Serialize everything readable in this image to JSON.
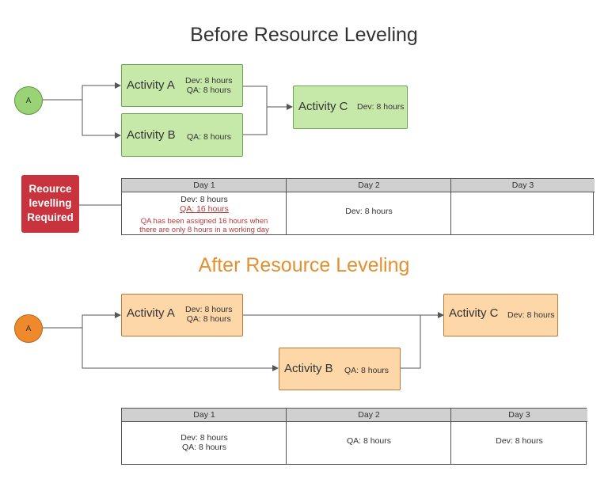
{
  "before": {
    "title": "Before Resource Leveling",
    "start_node": "A",
    "activity_a": {
      "name": "Activity A",
      "dev": "Dev: 8 hours",
      "qa": "QA: 8 hours"
    },
    "activity_b": {
      "name": "Activity B",
      "qa": "QA: 8 hours"
    },
    "activity_c": {
      "name": "Activity C",
      "dev": "Dev: 8 hours"
    },
    "alert": {
      "line1": "Reource",
      "line2": "levelling",
      "line3": "Required"
    },
    "table": {
      "headers": [
        "Day 1",
        "Day 2",
        "Day 3"
      ],
      "day1": {
        "dev": "Dev: 8 hours",
        "qa": "QA: 16 hours",
        "note_line1": "QA has been assigned 16 hours when",
        "note_line2": "there are only 8 hours in a working day"
      },
      "day2": {
        "dev": "Dev: 8 hours"
      },
      "day3": {}
    }
  },
  "after": {
    "title": "After Resource Leveling",
    "start_node": "A",
    "activity_a": {
      "name": "Activity A",
      "dev": "Dev: 8 hours",
      "qa": "QA: 8 hours"
    },
    "activity_b": {
      "name": "Activity B",
      "qa": "QA: 8 hours"
    },
    "activity_c": {
      "name": "Activity C",
      "dev": "Dev: 8 hours"
    },
    "table": {
      "headers": [
        "Day 1",
        "Day 2",
        "Day 3"
      ],
      "day1": {
        "dev": "Dev: 8 hours",
        "qa": "QA: 8 hours"
      },
      "day2": {
        "qa": "QA: 8 hours"
      },
      "day3": {
        "dev": "Dev: 8 hours"
      }
    }
  },
  "colors": {
    "green_fill": "#c6e8a9",
    "orange_fill": "#fdd7a8",
    "alert_red": "#c8333e",
    "after_title": "#e3902f"
  }
}
